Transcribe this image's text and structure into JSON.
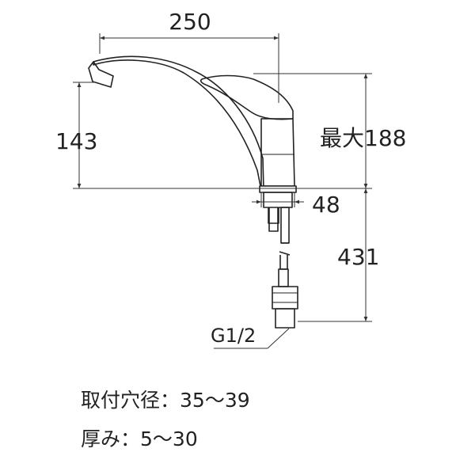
{
  "dimensions": {
    "spout_reach": "250",
    "spout_height": "143",
    "max_height": "最大188",
    "body_diameter": "48",
    "hose_length": "431",
    "connection_thread": "G1/2"
  },
  "specs": {
    "mounting_hole_label": "取付穴径",
    "mounting_hole_value": "35～39",
    "thickness_label": "厚み",
    "thickness_value": "5～30",
    "separator": "："
  }
}
